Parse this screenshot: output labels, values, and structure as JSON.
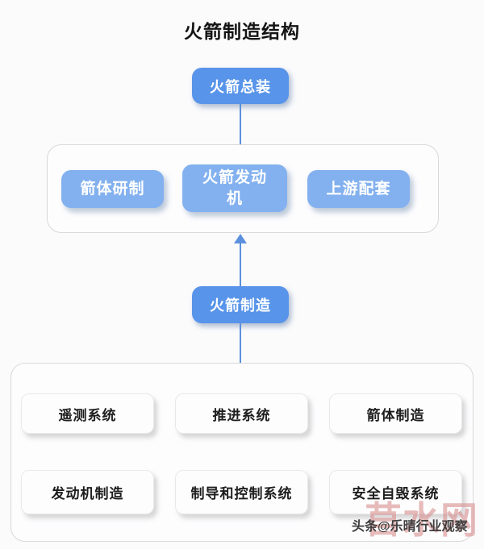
{
  "title": "火箭制造结构",
  "colors": {
    "node_blue": "#5894e9",
    "node_light_blue": "#83b1ef",
    "connector_blue": "#5b90dd",
    "container_border": "#d9d9d9",
    "white_box_bg": "#fdfdfd",
    "background": "#fbfbfc",
    "watermark_red": "#d98f8f",
    "watermark_gray": "#3e3e3e"
  },
  "diagram": {
    "root_node": {
      "label": "火箭总装"
    },
    "mid_group": {
      "nodes": [
        {
          "label": "箭体研制"
        },
        {
          "label": "火箭发动\n机"
        },
        {
          "label": "上游配套"
        }
      ]
    },
    "source_node": {
      "label": "火箭制造"
    },
    "bottom_group": {
      "nodes": [
        {
          "label": "遥测系统"
        },
        {
          "label": "推进系统"
        },
        {
          "label": "箭体制造"
        },
        {
          "label": "发动机制造"
        },
        {
          "label": "制导和控制系统"
        },
        {
          "label": "安全自毁系统"
        }
      ]
    }
  },
  "watermark": {
    "credit": "头条@乐晴行业观察",
    "site": "苜水网"
  }
}
